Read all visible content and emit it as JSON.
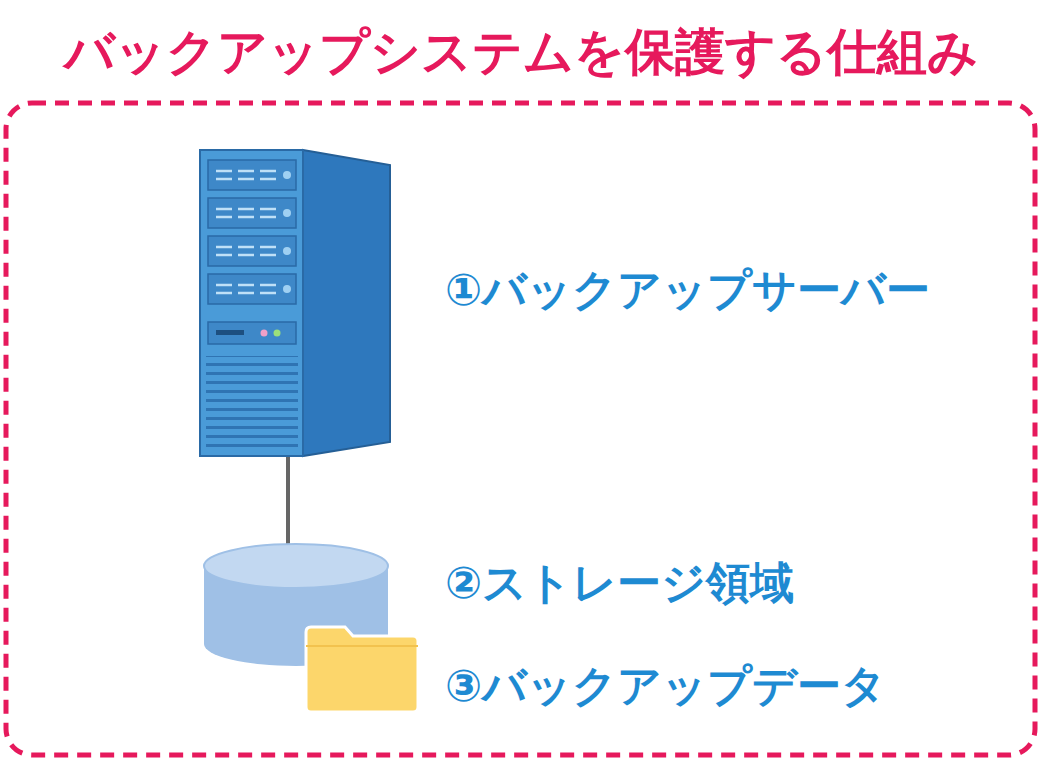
{
  "diagram": {
    "title": "バックアップシステムを保護する仕組み",
    "labels": [
      "①バックアップサーバー",
      "②ストレージ領域",
      "③バックアップデータ"
    ]
  }
}
